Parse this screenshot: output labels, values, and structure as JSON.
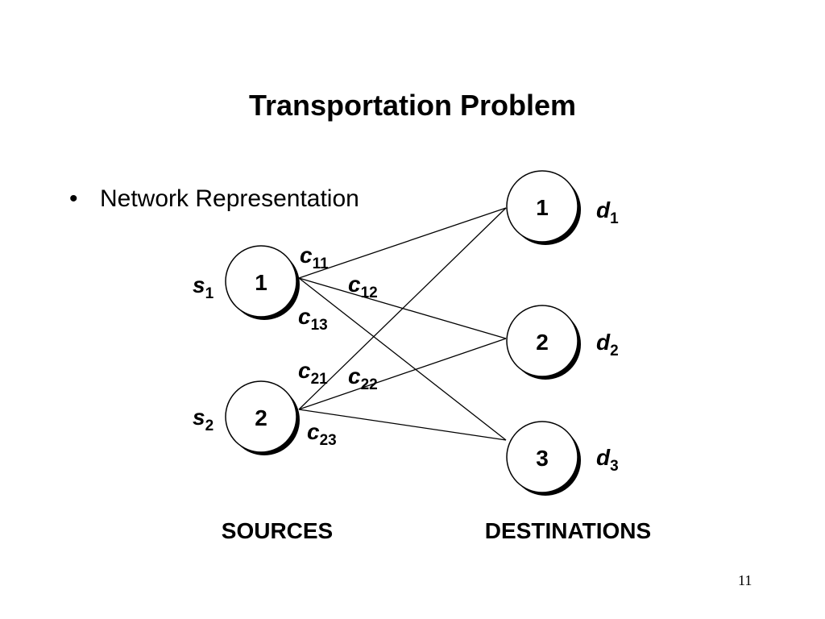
{
  "slide": {
    "title": "Transportation Problem",
    "bullet": "Network Representation",
    "page_number": "11"
  },
  "sources": [
    {
      "label": "1",
      "supply_var": "s",
      "supply_sub": "1"
    },
    {
      "label": "2",
      "supply_var": "s",
      "supply_sub": "2"
    }
  ],
  "destinations": [
    {
      "label": "1",
      "demand_var": "d",
      "demand_sub": "1"
    },
    {
      "label": "2",
      "demand_var": "d",
      "demand_sub": "2"
    },
    {
      "label": "3",
      "demand_var": "d",
      "demand_sub": "3"
    }
  ],
  "costs": [
    {
      "var": "c",
      "sub": "11"
    },
    {
      "var": "c",
      "sub": "12"
    },
    {
      "var": "c",
      "sub": "13"
    },
    {
      "var": "c",
      "sub": "21"
    },
    {
      "var": "c",
      "sub": "22"
    },
    {
      "var": "c",
      "sub": "23"
    }
  ],
  "groups": {
    "sources_label": "SOURCES",
    "destinations_label": "DESTINATIONS"
  }
}
